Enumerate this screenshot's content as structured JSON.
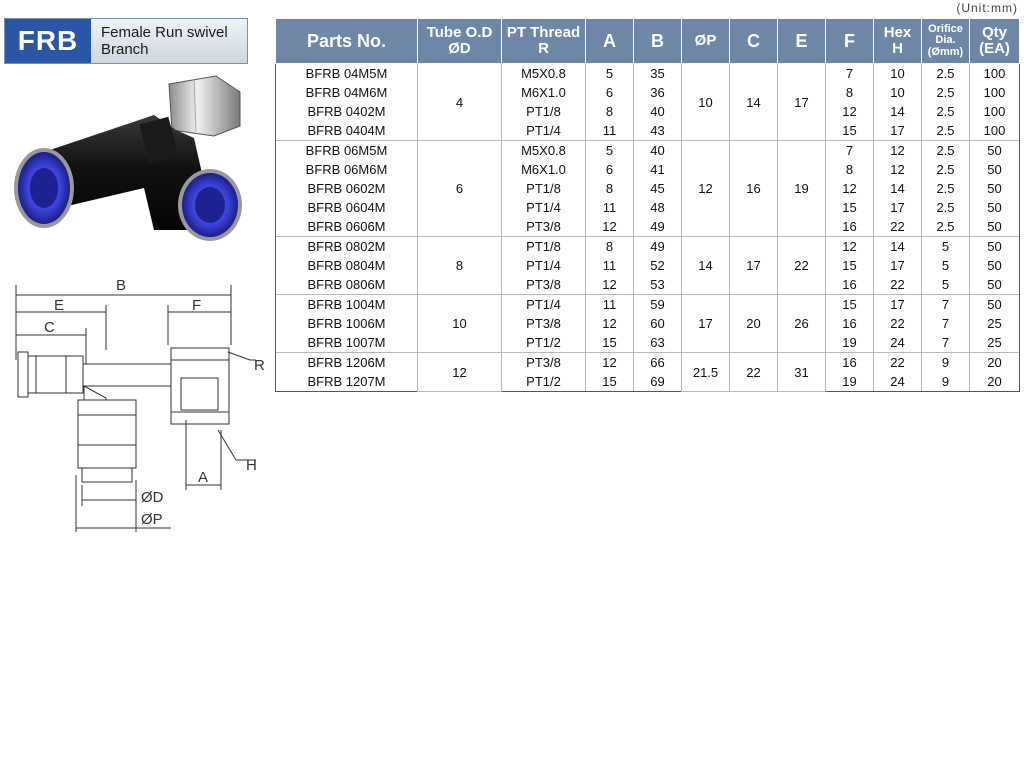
{
  "product": {
    "code": "FRB",
    "name": "Female Run swivel Branch"
  },
  "unit_note": "(Unit:mm)",
  "drawing_labels": {
    "B": "B",
    "E": "E",
    "F": "F",
    "C": "C",
    "R": "R",
    "H": "H",
    "A": "A",
    "D": "ØD",
    "P": "ØP"
  },
  "table": {
    "headers": {
      "parts_no": "Parts No.",
      "tube_od": "Tube O.D",
      "tube_od_sub": "ØD",
      "pt_thread": "PT Thread",
      "pt_thread_sub": "R",
      "a": "A",
      "b": "B",
      "p": "ØP",
      "c": "C",
      "e": "E",
      "f": "F",
      "hex": "Hex",
      "hex_sub": "H",
      "orifice": "Orifice Dia.",
      "orifice_sub": "(Ømm)",
      "qty": "Qty",
      "qty_sub": "(EA)"
    },
    "groups": [
      {
        "d": "4",
        "p": "10",
        "c": "14",
        "e": "17",
        "rows": [
          {
            "part": "BFRB 04M5M",
            "r": "M5X0.8",
            "a": "5",
            "b": "35",
            "f": "7",
            "h": "10",
            "orifice": "2.5",
            "qty": "100"
          },
          {
            "part": "BFRB 04M6M",
            "r": "M6X1.0",
            "a": "6",
            "b": "36",
            "f": "8",
            "h": "10",
            "orifice": "2.5",
            "qty": "100"
          },
          {
            "part": "BFRB 0402M",
            "r": "PT1/8",
            "a": "8",
            "b": "40",
            "f": "12",
            "h": "14",
            "orifice": "2.5",
            "qty": "100"
          },
          {
            "part": "BFRB 0404M",
            "r": "PT1/4",
            "a": "11",
            "b": "43",
            "f": "15",
            "h": "17",
            "orifice": "2.5",
            "qty": "100"
          }
        ]
      },
      {
        "d": "6",
        "p": "12",
        "c": "16",
        "e": "19",
        "rows": [
          {
            "part": "BFRB 06M5M",
            "r": "M5X0.8",
            "a": "5",
            "b": "40",
            "f": "7",
            "h": "12",
            "orifice": "2.5",
            "qty": "50"
          },
          {
            "part": "BFRB 06M6M",
            "r": "M6X1.0",
            "a": "6",
            "b": "41",
            "f": "8",
            "h": "12",
            "orifice": "2.5",
            "qty": "50"
          },
          {
            "part": "BFRB 0602M",
            "r": "PT1/8",
            "a": "8",
            "b": "45",
            "f": "12",
            "h": "14",
            "orifice": "2.5",
            "qty": "50"
          },
          {
            "part": "BFRB 0604M",
            "r": "PT1/4",
            "a": "11",
            "b": "48",
            "f": "15",
            "h": "17",
            "orifice": "2.5",
            "qty": "50"
          },
          {
            "part": "BFRB 0606M",
            "r": "PT3/8",
            "a": "12",
            "b": "49",
            "f": "16",
            "h": "22",
            "orifice": "2.5",
            "qty": "50"
          }
        ]
      },
      {
        "d": "8",
        "p": "14",
        "c": "17",
        "e": "22",
        "rows": [
          {
            "part": "BFRB 0802M",
            "r": "PT1/8",
            "a": "8",
            "b": "49",
            "f": "12",
            "h": "14",
            "orifice": "5",
            "qty": "50"
          },
          {
            "part": "BFRB 0804M",
            "r": "PT1/4",
            "a": "11",
            "b": "52",
            "f": "15",
            "h": "17",
            "orifice": "5",
            "qty": "50"
          },
          {
            "part": "BFRB 0806M",
            "r": "PT3/8",
            "a": "12",
            "b": "53",
            "f": "16",
            "h": "22",
            "orifice": "5",
            "qty": "50"
          }
        ]
      },
      {
        "d": "10",
        "p": "17",
        "c": "20",
        "e": "26",
        "rows": [
          {
            "part": "BFRB 1004M",
            "r": "PT1/4",
            "a": "11",
            "b": "59",
            "f": "15",
            "h": "17",
            "orifice": "7",
            "qty": "50"
          },
          {
            "part": "BFRB 1006M",
            "r": "PT3/8",
            "a": "12",
            "b": "60",
            "f": "16",
            "h": "22",
            "orifice": "7",
            "qty": "25"
          },
          {
            "part": "BFRB 1007M",
            "r": "PT1/2",
            "a": "15",
            "b": "63",
            "f": "19",
            "h": "24",
            "orifice": "7",
            "qty": "25"
          }
        ]
      },
      {
        "d": "12",
        "p": "21.5",
        "c": "22",
        "e": "31",
        "rows": [
          {
            "part": "BFRB 1206M",
            "r": "PT3/8",
            "a": "12",
            "b": "66",
            "f": "16",
            "h": "22",
            "orifice": "9",
            "qty": "20"
          },
          {
            "part": "BFRB 1207M",
            "r": "PT1/2",
            "a": "15",
            "b": "69",
            "f": "19",
            "h": "24",
            "orifice": "9",
            "qty": "20"
          }
        ]
      }
    ]
  }
}
